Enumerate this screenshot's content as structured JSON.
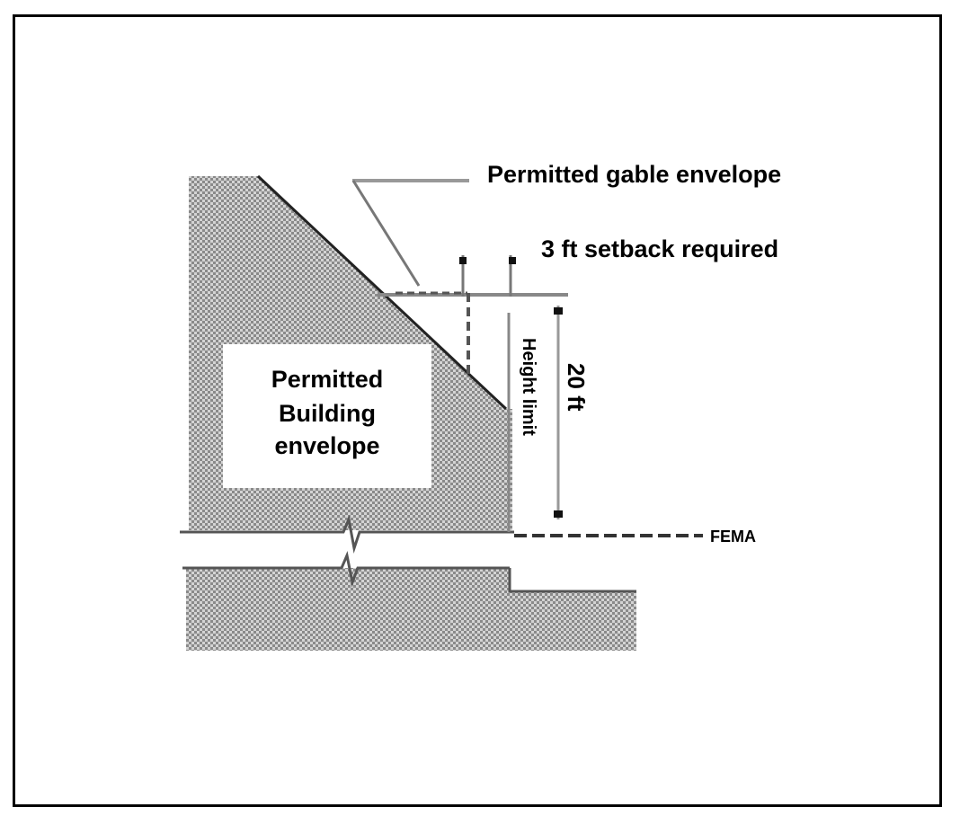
{
  "labels": {
    "gable_envelope": "Permitted gable envelope",
    "setback": "3 ft setback required",
    "building_envelope_line1": "Permitted",
    "building_envelope_line2": "Building",
    "building_envelope_line3": "envelope",
    "height_limit": "Height limit",
    "height_value": "20 ft",
    "fema": "FEMA"
  },
  "colors": {
    "hatch_dark": "#8a8a8a",
    "hatch_light": "#d0d0d0",
    "line": "#111111",
    "leader": "#9a9a9a",
    "frame": "#000000"
  }
}
